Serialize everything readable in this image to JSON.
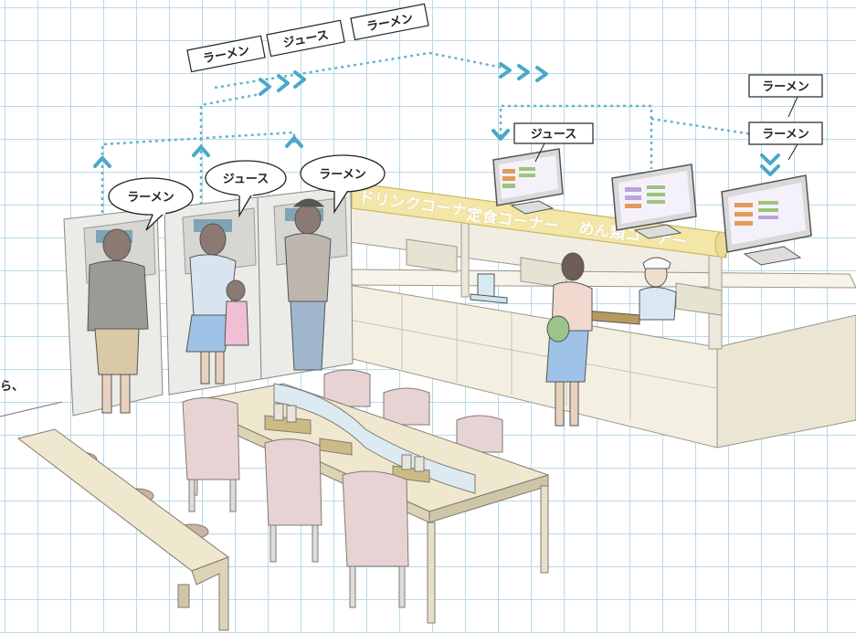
{
  "order_tags": {
    "tag1": "ラーメン",
    "tag2": "ジュース",
    "tag3": "ラーメン"
  },
  "speech_bubbles": {
    "left": "ラーメン",
    "middle": "ジュース",
    "right": "ラーメン"
  },
  "monitor_labels": {
    "drink": "ジュース",
    "noodle_top": "ラーメン",
    "noodle_bottom": "ラーメン"
  },
  "counter_signs": {
    "drink": "ドリンクコーナー",
    "set_meal": "定食コーナー",
    "noodle": "めん類コーナー"
  },
  "cropped_caption": "ら、",
  "colors": {
    "grid": "#b8dbe8",
    "flow_line": "#66b3cc",
    "arrow": "#4aa8c8",
    "counter_sign": "#f3e6a6",
    "vending": "#e9e9e6",
    "chair": "#e7d3d3",
    "table": "#efe8cf"
  }
}
